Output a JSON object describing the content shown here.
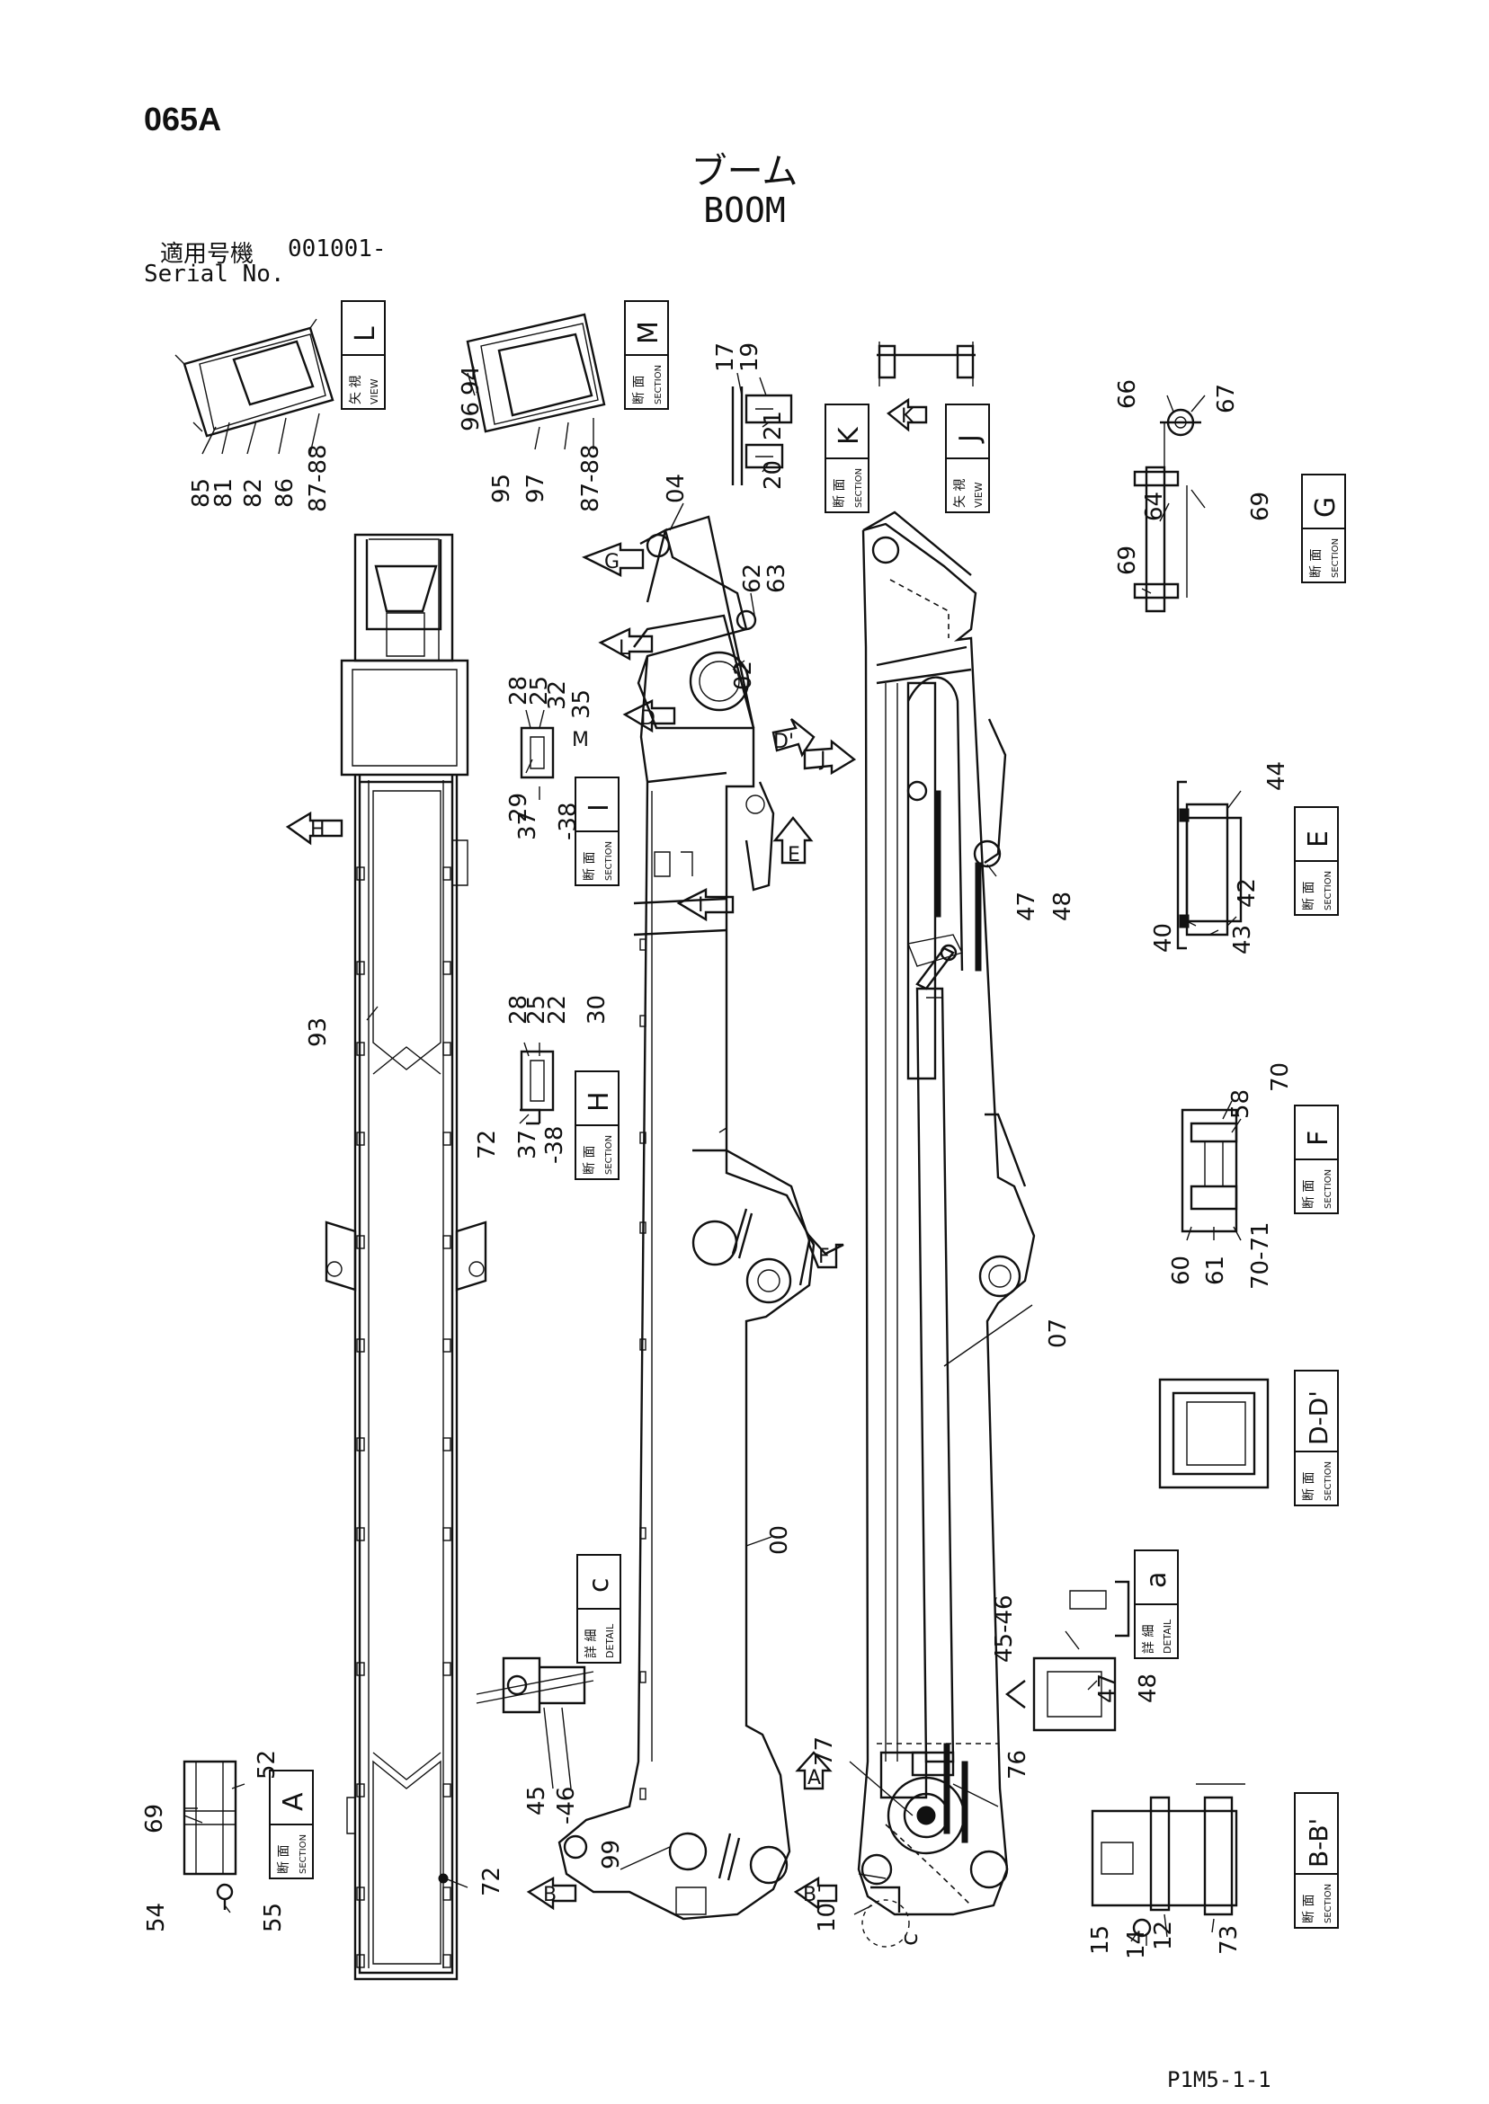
{
  "header": {
    "code": "065A",
    "title_jp": "ブーム",
    "title_en": "BOOM",
    "serial_label_jp": "適用号機",
    "serial_value": "001001-",
    "serial_label_en": "Serial No."
  },
  "footer": {
    "page": "P1M5-1-1"
  },
  "section_boxes": [
    {
      "key": "L",
      "top": "矢 視",
      "bottom": "VIEW"
    },
    {
      "key": "M",
      "top": "断 面",
      "bottom": "SECTION"
    },
    {
      "key": "K",
      "top": "断 面",
      "bottom": "SECTION"
    },
    {
      "key": "J",
      "top": "矢 視",
      "bottom": "VIEW"
    },
    {
      "key": "G",
      "top": "断 面",
      "bottom": "SECTION"
    },
    {
      "key": "I",
      "top": "断 面",
      "bottom": "SECTION"
    },
    {
      "key": "E",
      "top": "断 面",
      "bottom": "SECTION"
    },
    {
      "key": "H",
      "top": "断 面",
      "bottom": "SECTION"
    },
    {
      "key": "F",
      "top": "断 面",
      "bottom": "SECTION"
    },
    {
      "key": "D-D'",
      "top": "断 面",
      "bottom": "SECTION"
    },
    {
      "key": "c",
      "top": "詳 細",
      "bottom": "DETAIL"
    },
    {
      "key": "a",
      "top": "詳 細",
      "bottom": "DETAIL"
    },
    {
      "key": "A",
      "top": "断 面",
      "bottom": "SECTION"
    },
    {
      "key": "B-B'",
      "top": "断 面",
      "bottom": "SECTION"
    }
  ],
  "arrow_letters": [
    "G",
    "L",
    "M",
    "D",
    "D'",
    "J",
    "E",
    "H",
    "I",
    "F",
    "K",
    "A",
    "B",
    "B'"
  ],
  "part_labels": [
    "85",
    "81",
    "82",
    "86",
    "87-88",
    "95",
    "96",
    "94",
    "97",
    "87-88",
    "17",
    "19",
    "21",
    "20",
    "04",
    "62",
    "63",
    "02",
    "66",
    "67",
    "64",
    "69",
    "69",
    "28",
    "25",
    "32",
    "35",
    "29",
    "37",
    "-38",
    "47",
    "48",
    "44",
    "40",
    "42",
    "43",
    "93",
    "28",
    "25",
    "22",
    "30",
    "72",
    "37",
    "-38",
    "58",
    "70",
    "60",
    "61",
    "70-71",
    "07",
    "00",
    "45-46",
    "47",
    "48",
    "52",
    "69",
    "54",
    "55",
    "45",
    "-46",
    "72",
    "99",
    "77",
    "76",
    "10",
    "c",
    "15",
    "14",
    "12",
    "73"
  ]
}
